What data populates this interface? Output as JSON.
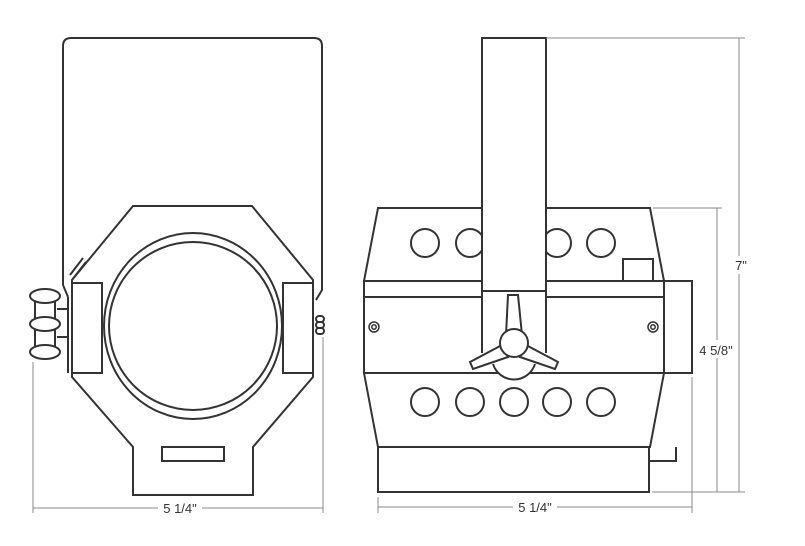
{
  "front_view": {
    "width_label": "5 1/4\""
  },
  "side_view": {
    "width_label": "5 1/4\"",
    "body_height_label": "4 5/8\"",
    "total_height_label": "7\""
  },
  "colors": {
    "line": "#333333",
    "dimension": "#888888",
    "background": "#ffffff"
  }
}
